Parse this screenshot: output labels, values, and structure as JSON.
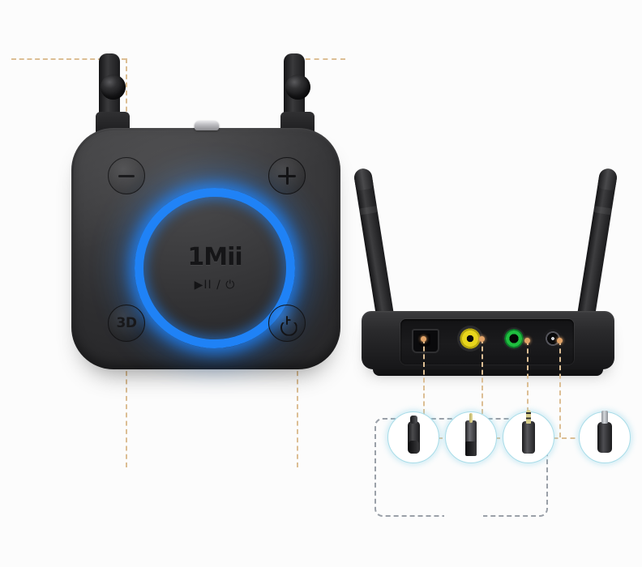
{
  "scene": {
    "title": "1Mii Bluetooth audio transmitter receiver product diagram",
    "background_color": "#fcfcfc",
    "callout_line_color": "#dcbe94",
    "callout_dot_color": "#e3a468",
    "connector_circle_color": "#a9dce8",
    "dashed_box_color": "#9aa0a8",
    "led_color": "#1f82f6"
  },
  "left_device": {
    "name": "top-face-view",
    "brand_logo": "1Mii",
    "function_line": "▶II / ⏻",
    "led_ring_label": "blue-led-ring",
    "tab_label": "pairing-tab",
    "buttons": [
      {
        "id": "volume-down",
        "label": "—",
        "glyph": "minus-icon"
      },
      {
        "id": "volume-up",
        "label": "+",
        "glyph": "plus-icon"
      },
      {
        "id": "three-d-mode",
        "label": "3D",
        "glyph": "3d-icon"
      },
      {
        "id": "power",
        "label": "⏻",
        "glyph": "power-icon"
      }
    ],
    "antennas": [
      {
        "id": "antenna-left",
        "state": "folded"
      },
      {
        "id": "antenna-right",
        "state": "folded"
      }
    ]
  },
  "right_device": {
    "name": "rear-panel-view",
    "antennas": [
      {
        "id": "antenna-left",
        "state": "upright"
      },
      {
        "id": "antenna-right",
        "state": "upright"
      }
    ],
    "ports": [
      {
        "id": "optical-port",
        "type": "optical",
        "color": "#0a0a0c"
      },
      {
        "id": "coaxial-port",
        "type": "coaxial-rca",
        "color": "#e8d61c"
      },
      {
        "id": "aux-port",
        "type": "aux-3.5mm",
        "color": "#1fbd3f"
      },
      {
        "id": "dc-power-port",
        "type": "dc-barrel",
        "color": "#09090a"
      }
    ]
  },
  "connectors": [
    {
      "id": "optical-plug",
      "type": "toslink-optical"
    },
    {
      "id": "coaxial-plug",
      "type": "rca-coaxial"
    },
    {
      "id": "aux-plug",
      "type": "3.5mm-trs"
    },
    {
      "id": "dc-plug",
      "type": "dc-barrel"
    }
  ]
}
